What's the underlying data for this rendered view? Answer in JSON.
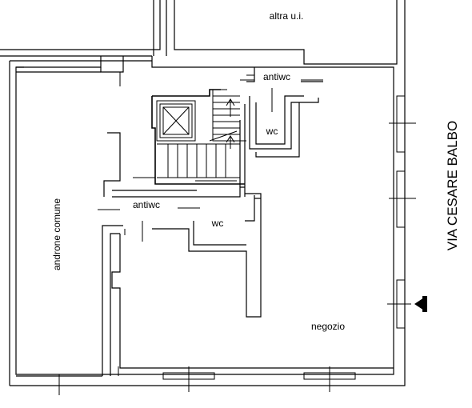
{
  "rooms": {
    "altra": "altra u.i.",
    "antiwc_top": "antiwc",
    "wc_top": "wc",
    "antiwc_mid": "antiwc",
    "wc_mid": "wc",
    "androne": "androne comune",
    "negozio": "negozio"
  },
  "street": "VIA CESARE BALBO",
  "colors": {
    "wall": "#000000",
    "wall_fill": "#ffffff",
    "background": "#ffffff"
  },
  "icons": {
    "lift": "elevator-cross-icon",
    "stairs": "staircase-icon",
    "entrance": "entrance-arrow-icon"
  }
}
